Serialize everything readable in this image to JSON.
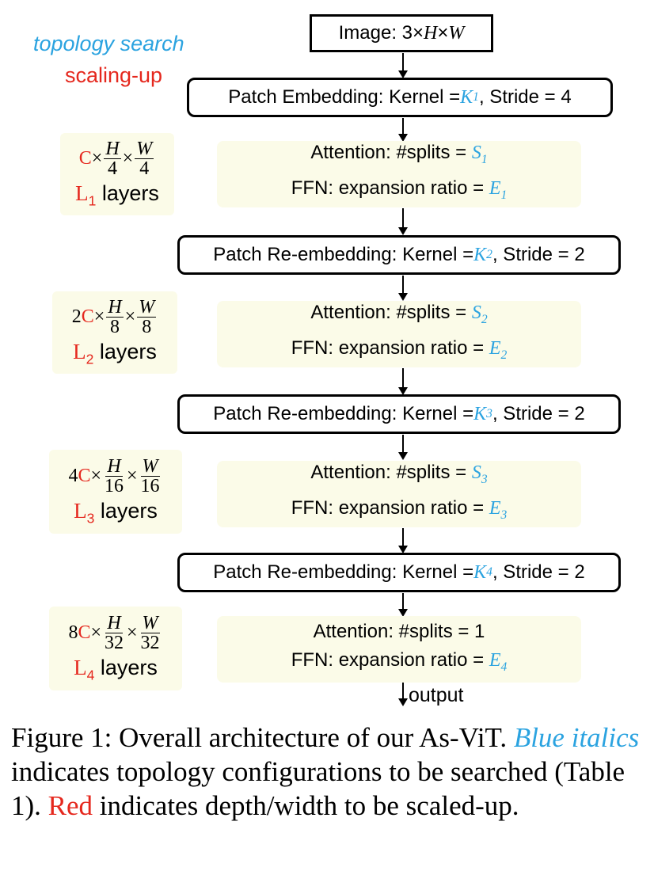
{
  "legend": {
    "topology": "topology search",
    "scaling": "scaling-up"
  },
  "input_box": {
    "prefix": "Image: 3×",
    "h": "H",
    "x": "×",
    "w": "W"
  },
  "patch_embedding": {
    "label": "Patch Embedding:  Kernel = ",
    "var": "K",
    "sub": "1",
    "stride": ", Stride = 4"
  },
  "stages": [
    {
      "attention_prefix": "Attention: #splits = ",
      "attention_var": "S",
      "attention_sub": "1",
      "ffn_prefix": "FFN: expansion ratio = ",
      "ffn_var": "E",
      "ffn_sub": "1",
      "dim_coef": "",
      "dim_c": "C",
      "h_div": "4",
      "w_div": "4",
      "layers_var": "L",
      "layers_sub": "1",
      "layers_word": " layers"
    },
    {
      "attention_prefix": "Attention: #splits = ",
      "attention_var": "S",
      "attention_sub": "2",
      "ffn_prefix": "FFN: expansion ratio = ",
      "ffn_var": "E",
      "ffn_sub": "2",
      "dim_coef": "2",
      "dim_c": "C",
      "h_div": "8",
      "w_div": "8",
      "layers_var": "L",
      "layers_sub": "2",
      "layers_word": " layers"
    },
    {
      "attention_prefix": "Attention: #splits = ",
      "attention_var": "S",
      "attention_sub": "3",
      "ffn_prefix": "FFN: expansion ratio = ",
      "ffn_var": "E",
      "ffn_sub": "3",
      "dim_coef": "4",
      "dim_c": "C",
      "h_div": "16",
      "w_div": "16",
      "layers_var": "L",
      "layers_sub": "3",
      "layers_word": " layers"
    },
    {
      "attention_text": "Attention: #splits = 1",
      "ffn_prefix": "FFN: expansion ratio = ",
      "ffn_var": "E",
      "ffn_sub": "4",
      "dim_coef": "8",
      "dim_c": "C",
      "h_div": "32",
      "w_div": "32",
      "layers_var": "L",
      "layers_sub": "4",
      "layers_word": " layers"
    }
  ],
  "reembeddings": [
    {
      "label": "Patch Re-embedding:  Kernel = ",
      "var": "K",
      "sub": "2",
      "stride": ", Stride = 2"
    },
    {
      "label": "Patch Re-embedding:  Kernel = ",
      "var": "K",
      "sub": "3",
      "stride": ", Stride = 2"
    },
    {
      "label": "Patch Re-embedding:  Kernel = ",
      "var": "K",
      "sub": "4",
      "stride": ", Stride = 2"
    }
  ],
  "dim_symbols": {
    "times": "×",
    "h": "H",
    "w": "W"
  },
  "output_label": "output",
  "caption": {
    "line1": "Figure 1:  Overall architecture of our As-ViT.",
    "blue_italic": "Blue italics",
    "after_blue": " indicates topology configurations to be searched (Table 1). ",
    "red": "Red",
    "after_red": " indicates depth/width to be scaled-up."
  },
  "colors": {
    "blue": "#2ba3e0",
    "red": "#e5281e",
    "block_bg": "#fbfbe8"
  }
}
